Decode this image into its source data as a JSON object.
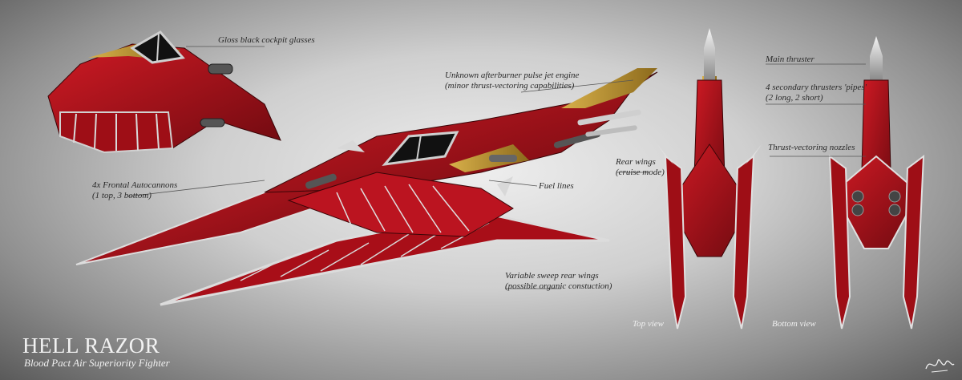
{
  "title": "HELL RAZOR",
  "subtitle": "Blood Pact Air Superiority Fighter",
  "annotations": {
    "cockpit": "Gloss black cockpit glasses",
    "engine_line1": "Unknown afterburner pulse jet engine",
    "engine_line2": "(minor thrust-vectoring capabilities)",
    "cannons_line1": "4x Frontal Autocannons",
    "cannons_line2": "(1 top, 3 bottom)",
    "fuel": "Fuel lines",
    "rear_wings_line1": "Rear wings",
    "rear_wings_line2": "(cruise mode)",
    "sweep_line1": "Variable sweep rear wings",
    "sweep_line2": "(possible organic constuction)",
    "main_thruster": "Main thruster",
    "secondary_line1": "4 secondary thrusters 'pipes'",
    "secondary_line2": "(2 long, 2 short)",
    "nozzles": "Thrust-vectoring nozzles"
  },
  "views": {
    "top": "Top view",
    "bottom": "Bottom view"
  },
  "colors": {
    "hull_red": "#b3101a",
    "hull_dark": "#6e0a10",
    "trim_silver": "#d9d9d9",
    "brass": "#b8912f"
  }
}
